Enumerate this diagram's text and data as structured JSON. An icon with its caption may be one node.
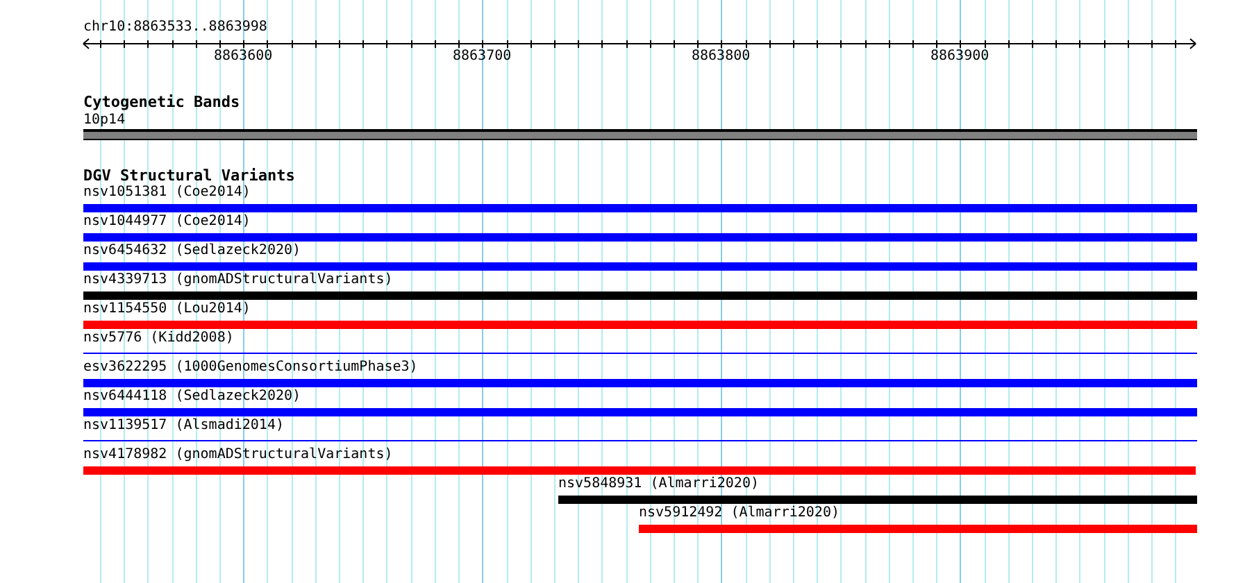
{
  "diagram": {
    "nodes": [
      {
        "text": [
          "10p14"
        ]
      },
      {
        "text": [
          "nsv1051381 (Coe2014)"
        ]
      },
      {
        "text": [
          "nsv1044977 (Coe2014)"
        ]
      },
      {
        "text": [
          "nsv6454632 (Sedlazeck2020)"
        ]
      },
      {
        "text": [
          "nsv4339713 (gnomADStructuralVariants)"
        ]
      },
      {
        "text": [
          "nsv1154550 (Lou2014)"
        ]
      },
      {
        "text": [
          "nsv5776 (Kidd2008)"
        ]
      },
      {
        "text": [
          "esv3622295 (1000GenomesConsortiumPhase3)"
        ]
      },
      {
        "text": [
          "nsv6444118 (Sedlazeck2020)"
        ]
      },
      {
        "text": [
          "nsv1139517 (Alsmadi2014)"
        ]
      },
      {
        "text": [
          "nsv4178982 (gnomADStructuralVariants)"
        ]
      },
      {
        "text": [
          "nsv5848931 (Almarri2020)"
        ]
      },
      {
        "text": [
          "nsv5912492 (Almarri2020)"
        ]
      }
    ],
    "labels": [
      "chr10:8863533..8863998",
      "8863600",
      "8863700",
      "8863800",
      "8863900",
      "Cytogenetic Bands",
      "DGV Structural Variants"
    ]
  }
}
